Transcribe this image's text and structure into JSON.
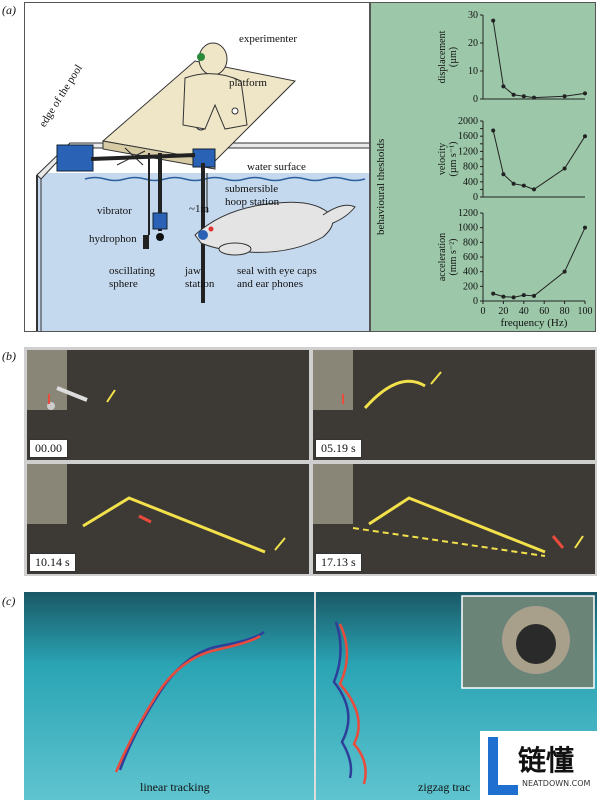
{
  "panels": {
    "a": "(a)",
    "b": "(b)",
    "c": "(c)"
  },
  "scene_labels": {
    "experimenter": "experimenter",
    "platform": "platform",
    "edge_of_pool": "edge of the pool",
    "water_surface": "water surface",
    "submersible": "submersible",
    "hoop_station": "hoop station",
    "distance": "~1m",
    "vibrator": "vibrator",
    "hydrophon": "hydrophon",
    "oscillating": "oscillating",
    "sphere": "sphere",
    "jaw": "jaw",
    "station": "station",
    "seal_line1": "seal with eye caps",
    "seal_line2": "and ear phones"
  },
  "graphs_ylabel": "behavioural thesholds",
  "chart_data": [
    {
      "type": "line",
      "ylabel": "displacement (µm)",
      "x": [
        10,
        20,
        30,
        40,
        50,
        80,
        100
      ],
      "values": [
        28,
        4.5,
        1.5,
        1,
        0.5,
        1,
        2
      ],
      "ylim": [
        0,
        30
      ],
      "yticks": [
        "0",
        "10",
        "20",
        "30"
      ],
      "xlim": [
        0,
        100
      ]
    },
    {
      "type": "line",
      "ylabel": "velocity (µm s⁻¹)",
      "x": [
        10,
        20,
        30,
        40,
        50,
        80,
        100
      ],
      "values": [
        1750,
        600,
        350,
        300,
        200,
        750,
        1600
      ],
      "ylim": [
        0,
        2000
      ],
      "yticks": [
        "0",
        "200",
        "400",
        "600",
        "800",
        "1000",
        "1200",
        "1400",
        "1600",
        "1800",
        "2000"
      ],
      "xlim": [
        0,
        100
      ]
    },
    {
      "type": "line",
      "ylabel": "acceleration (mm s⁻²)",
      "x": [
        10,
        20,
        30,
        40,
        50,
        80,
        100
      ],
      "values": [
        100,
        60,
        50,
        80,
        70,
        400,
        1000
      ],
      "ylim": [
        0,
        1200
      ],
      "yticks": [
        "0",
        "200",
        "400",
        "600",
        "800",
        "1000",
        "1200"
      ],
      "xlim": [
        0,
        100
      ],
      "xticks": [
        "0",
        "20",
        "40",
        "60",
        "80",
        "100"
      ],
      "xlabel": "frequency (Hz)"
    }
  ],
  "timestamps": [
    "00.00",
    "05.19 s",
    "10.14 s",
    "17.13 s"
  ],
  "tracking": {
    "linear": "linear tracking",
    "zigzag": "zigzag trac"
  },
  "watermark": {
    "brand": "链懂",
    "url": "NEATDOWN.COM"
  },
  "colors": {
    "graph_bg": "#9cc8a9",
    "water": "#c5d9ee",
    "path": "#f2e14a",
    "track_red": "#e94b3c",
    "track_blue": "#2e3f9a",
    "pool": "#2aa4b4"
  }
}
